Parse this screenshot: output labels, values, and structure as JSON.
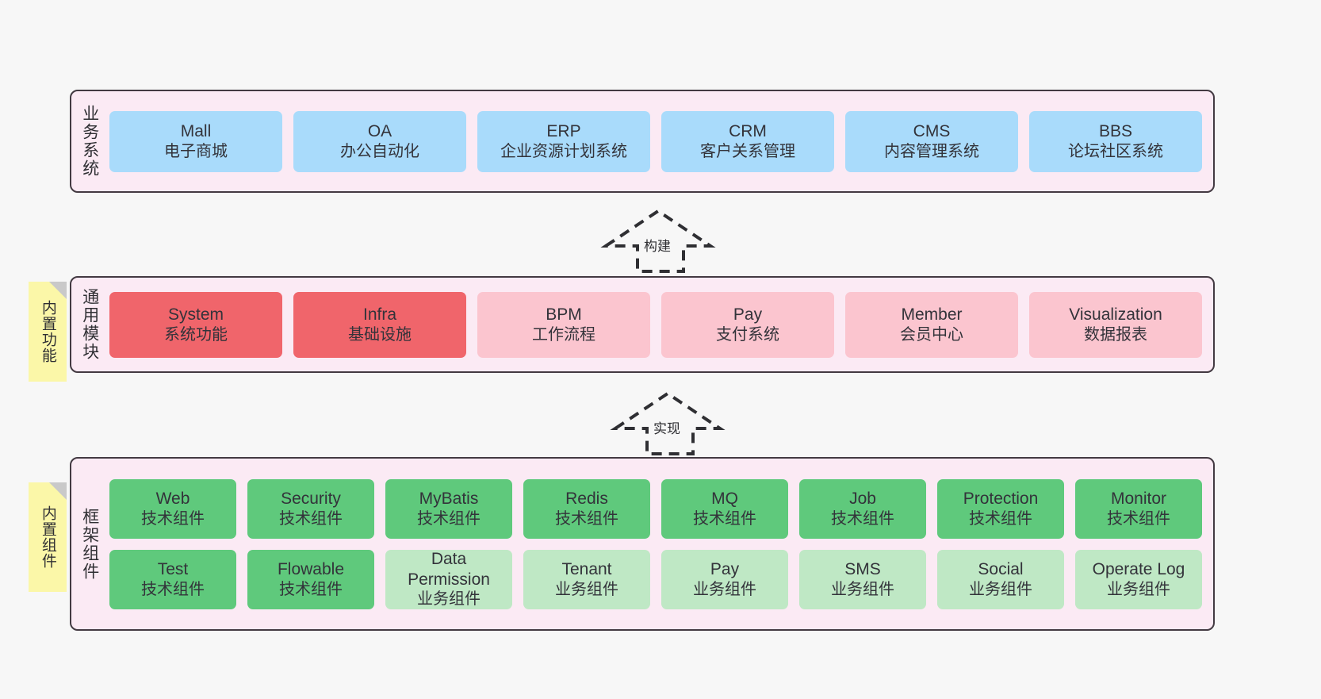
{
  "diagram": {
    "background_color": "#f7f7f7",
    "panel_fill": "#fbeaf4",
    "panel_border": "#433a42"
  },
  "sections": {
    "business": {
      "label": "业务系统",
      "card_color": "#a9dbfb",
      "cards": [
        {
          "en": "Mall",
          "cn": "电子商城"
        },
        {
          "en": "OA",
          "cn": "办公自动化"
        },
        {
          "en": "ERP",
          "cn": "企业资源计划系统"
        },
        {
          "en": "CRM",
          "cn": "客户关系管理"
        },
        {
          "en": "CMS",
          "cn": "内容管理系统"
        },
        {
          "en": "BBS",
          "cn": "论坛社区系统"
        }
      ]
    },
    "modules": {
      "label": "通用模块",
      "sticky": "内置功能",
      "sticky_color": "#fbf7a8",
      "card_color_primary": "#f0656b",
      "card_color_secondary": "#fbc5cf",
      "cards": [
        {
          "en": "System",
          "cn": "系统功能",
          "tone": "red"
        },
        {
          "en": "Infra",
          "cn": "基础设施",
          "tone": "red"
        },
        {
          "en": "BPM",
          "cn": "工作流程",
          "tone": "pinklight"
        },
        {
          "en": "Pay",
          "cn": "支付系统",
          "tone": "pinklight"
        },
        {
          "en": "Member",
          "cn": "会员中心",
          "tone": "pinklight"
        },
        {
          "en": "Visualization",
          "cn": "数据报表",
          "tone": "pinklight"
        }
      ]
    },
    "framework": {
      "label": "框架组件",
      "sticky": "内置组件",
      "sticky_color": "#fbf7a8",
      "card_color_tech": "#5fc97c",
      "card_color_biz": "#bfe8c5",
      "row1": [
        {
          "en": "Web",
          "cn": "技术组件",
          "tone": "green"
        },
        {
          "en": "Security",
          "cn": "技术组件",
          "tone": "green"
        },
        {
          "en": "MyBatis",
          "cn": "技术组件",
          "tone": "green"
        },
        {
          "en": "Redis",
          "cn": "技术组件",
          "tone": "green"
        },
        {
          "en": "MQ",
          "cn": "技术组件",
          "tone": "green"
        },
        {
          "en": "Job",
          "cn": "技术组件",
          "tone": "green"
        },
        {
          "en": "Protection",
          "cn": "技术组件",
          "tone": "green"
        },
        {
          "en": "Monitor",
          "cn": "技术组件",
          "tone": "green"
        }
      ],
      "row2": [
        {
          "en": "Test",
          "cn": "技术组件",
          "tone": "green"
        },
        {
          "en": "Flowable",
          "cn": "技术组件",
          "tone": "green"
        },
        {
          "en": "Data Permission",
          "cn": "业务组件",
          "tone": "greenlite"
        },
        {
          "en": "Tenant",
          "cn": "业务组件",
          "tone": "greenlite"
        },
        {
          "en": "Pay",
          "cn": "业务组件",
          "tone": "greenlite"
        },
        {
          "en": "SMS",
          "cn": "业务组件",
          "tone": "greenlite"
        },
        {
          "en": "Social",
          "cn": "业务组件",
          "tone": "greenlite"
        },
        {
          "en": "Operate Log",
          "cn": "业务组件",
          "tone": "greenlite"
        }
      ]
    }
  },
  "connectors": [
    {
      "label": "构建"
    },
    {
      "label": "实现"
    }
  ]
}
